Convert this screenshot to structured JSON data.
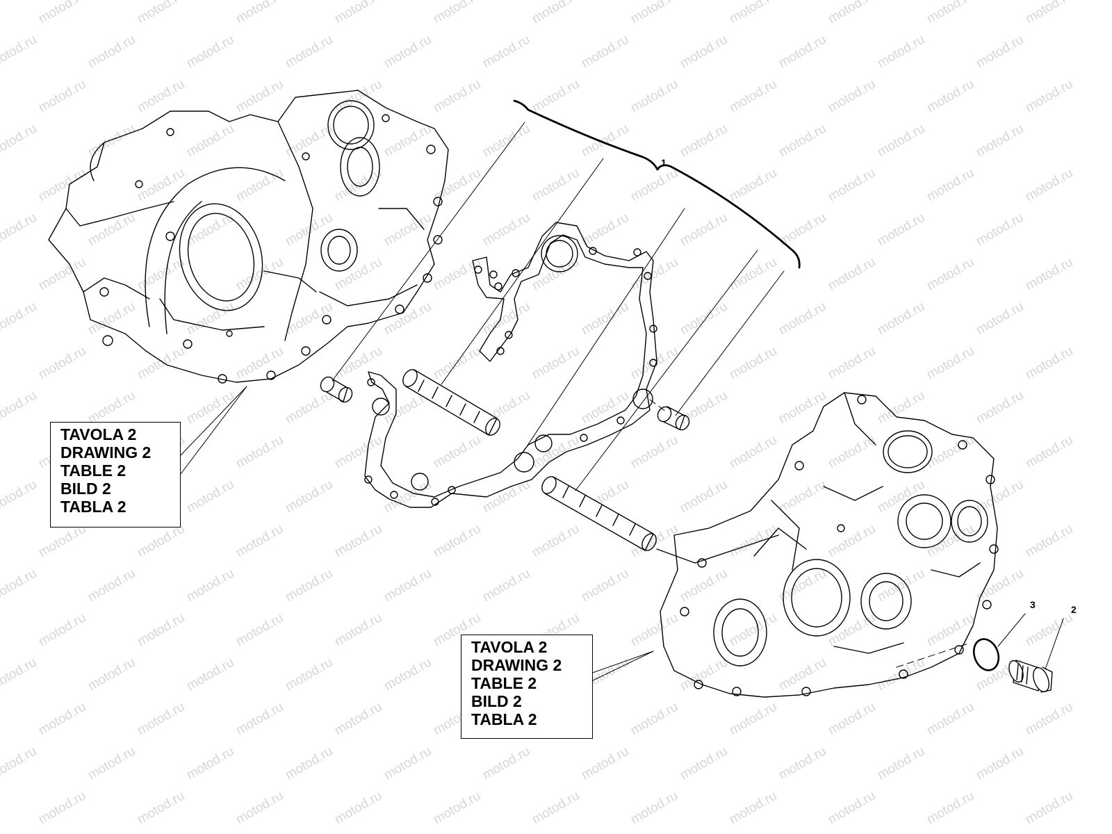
{
  "watermark": {
    "text": "motod.ru"
  },
  "callouts": [
    {
      "id": "1",
      "label": "1"
    },
    {
      "id": "2",
      "label": "2"
    },
    {
      "id": "3",
      "label": "3"
    }
  ],
  "reference_boxes": [
    {
      "lines": [
        "TAVOLA 2",
        "DRAWING 2",
        "TABLE 2",
        "BILD 2",
        "TABLA 2"
      ]
    },
    {
      "lines": [
        "TAVOLA 2",
        "DRAWING 2",
        "TABLE 2",
        "BILD 2",
        "TABLA 2"
      ]
    }
  ]
}
